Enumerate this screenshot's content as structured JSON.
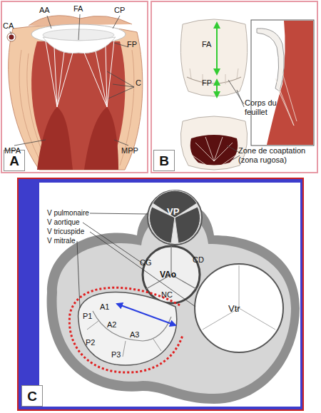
{
  "diagram": {
    "nodes": [
      {
        "text": [
          "A"
        ]
      },
      {
        "text": [
          "B"
        ]
      },
      {
        "text": [
          "C"
        ]
      }
    ],
    "labels": [
      "AA",
      "FA",
      "CP",
      "CA",
      "FP",
      "C",
      "MPA",
      "MPP",
      "FA",
      "FP",
      "Corps du feuillet",
      "Zone de coaptation (zona rugosa)",
      "V pulmonaire",
      "V aortique",
      "V tricuspide",
      "V mitrale",
      "VP",
      "CD",
      "CG",
      "VAo",
      "NC",
      "Vtr",
      "A1",
      "P1",
      "A2",
      "A3",
      "P2",
      "P3"
    ]
  }
}
